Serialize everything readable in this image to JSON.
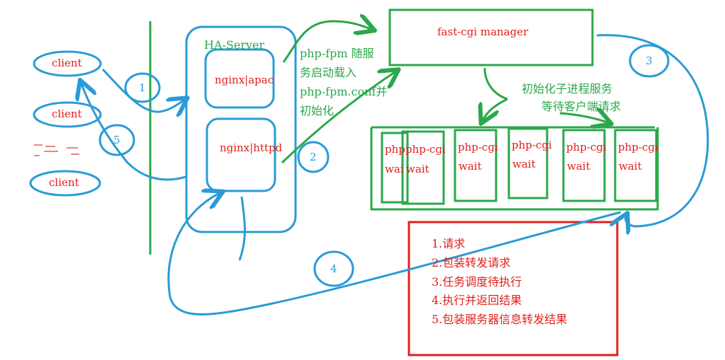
{
  "colors": {
    "blue": "#2a9bd6",
    "green": "#2aa84a",
    "red": "#e0201c"
  },
  "clients": [
    "client",
    "client",
    "client"
  ],
  "ha_server": {
    "title": "HA-Server",
    "top_box": "nginx|apache",
    "bottom_box": "nginx|httpd"
  },
  "fastcgi": {
    "title": "fast-cgi manager"
  },
  "startup_note": [
    "php-fpm 随服",
    "务启动载入",
    "php-fpm.conf并",
    "初始化"
  ],
  "init_note": [
    "初始化子进程服务",
    "等待客户端请求"
  ],
  "workers": [
    {
      "name": "php",
      "state": "wai"
    },
    {
      "name": "php-cgi",
      "state": "wait"
    },
    {
      "name": "php-cgi",
      "state": "wait"
    },
    {
      "name": "php-cgi",
      "state": "wait"
    },
    {
      "name": "php-cgi",
      "state": "wait"
    },
    {
      "name": "php-cgi",
      "state": "wait"
    }
  ],
  "steps": [
    "1",
    "2",
    "3",
    "4",
    "5"
  ],
  "legend": [
    "1.请求",
    "2.包装转发请求",
    "3.任务调度待执行",
    "4.执行并返回结果",
    "5.包装服务器信息转发结果"
  ]
}
